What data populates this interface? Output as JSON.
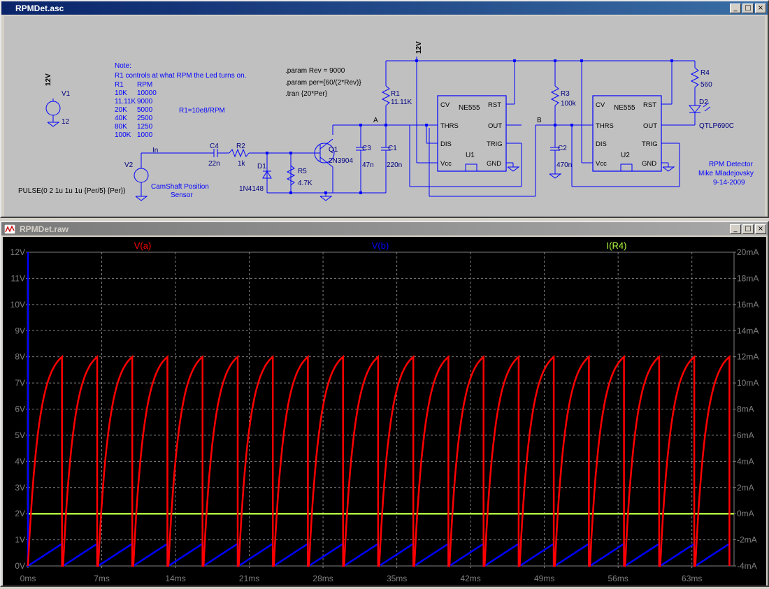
{
  "schematic_window": {
    "title": "RPMDet.asc",
    "texts": {
      "v1_supply": "12V",
      "v1_name": "V1",
      "v1_value": "12",
      "note_title": "Note:",
      "note_line": "R1 controls at what RPM the Led turns on.",
      "rpm_table": {
        "h1": "R1",
        "h2": "RPM",
        "rows": [
          [
            "10K",
            "10000"
          ],
          [
            "11.11K",
            "9000"
          ],
          [
            "20K",
            "5000"
          ],
          [
            "40K",
            "2500"
          ],
          [
            "80K",
            "1250"
          ],
          [
            "100K",
            "1000"
          ]
        ]
      },
      "r1_formula": "R1=10e8/RPM",
      "param_rev": ".param Rev = 9000",
      "param_per": ".param per={60/(2*Rev)}",
      "tran": ".tran {20*Per}",
      "vcc_top": "12V",
      "r1_name": "R1",
      "r1_value": "11.11K",
      "node_a": "A",
      "node_b": "B",
      "u1_chip": "NE555",
      "u1_name": "U1",
      "u2_chip": "NE555",
      "u2_name": "U2",
      "pin_cv": "CV",
      "pin_rst": "RST",
      "pin_thrs": "THRS",
      "pin_out": "OUT",
      "pin_dis": "DIS",
      "pin_trig": "TRIG",
      "pin_vcc": "Vcc",
      "pin_gnd": "GND",
      "r3_name": "R3",
      "r3_value": "100k",
      "c2_name": "C2",
      "c2_value": "470n",
      "r4_name": "R4",
      "r4_value": "560",
      "d2_name": "D2",
      "d2_value": "QTLP690C",
      "net_in": "In",
      "c4_name": "C4",
      "c4_value": "22n",
      "r2_name": "R2",
      "r2_value": "1k",
      "q1_name": "Q1",
      "q1_value": "2N3904",
      "c3_name": "C3",
      "c3_value": "47n",
      "c1_name": "C1",
      "c1_value": "220n",
      "d1_name": "D1",
      "d1_value": "1N4148",
      "r5_name": "R5",
      "r5_value": "4.7K",
      "v2_name": "V2",
      "sensor_l1": "CamShaft Position",
      "sensor_l2": "Sensor",
      "pulse": "PULSE(0 2 1u 1u 1u {Per/5} {Per})",
      "credit_l1": "RPM Detector",
      "credit_l2": "Mike Mladejovsky",
      "credit_l3": "9-14-2009"
    }
  },
  "plot_window": {
    "title": "RPMDet.raw"
  },
  "window_buttons": {
    "minimize": "_",
    "maximize": "□",
    "close": "×"
  },
  "colors": {
    "va": "#ff0000",
    "vb": "#0000ff",
    "ir4": "#b0ff40",
    "schematic_wire": "#0000ff",
    "plot_bg": "#000000",
    "grid": "#808080"
  },
  "chart_data": {
    "type": "line",
    "title": "",
    "xlabel": "",
    "ylabel": "",
    "x_ticks": [
      "0ms",
      "7ms",
      "14ms",
      "21ms",
      "28ms",
      "35ms",
      "42ms",
      "49ms",
      "56ms",
      "63ms"
    ],
    "y_ticks_left": [
      "0V",
      "1V",
      "2V",
      "3V",
      "4V",
      "5V",
      "6V",
      "7V",
      "8V",
      "9V",
      "10V",
      "11V",
      "12V"
    ],
    "y_ticks_right": [
      "-4mA",
      "-2mA",
      "0mA",
      "2mA",
      "4mA",
      "6mA",
      "8mA",
      "10mA",
      "12mA",
      "14mA",
      "16mA",
      "18mA",
      "20mA"
    ],
    "xlim": [
      0,
      67
    ],
    "ylim_left": [
      0,
      12
    ],
    "ylim_right": [
      -4,
      20
    ],
    "grid": true,
    "period_ms": 3.333,
    "cycles": 20,
    "series": [
      {
        "name": "V(a)",
        "color": "#ff0000",
        "axis": "left",
        "shape": "charging sawtooth",
        "min": 0,
        "max": 8
      },
      {
        "name": "V(b)",
        "color": "#0000ff",
        "axis": "left",
        "shape": "linear ramp",
        "min": 0,
        "max": 0.85,
        "initial_spike": 12
      },
      {
        "name": "I(R4)",
        "color": "#b0ff40",
        "axis": "right",
        "shape": "constant",
        "value": 0,
        "initial_spike": 18
      }
    ]
  }
}
